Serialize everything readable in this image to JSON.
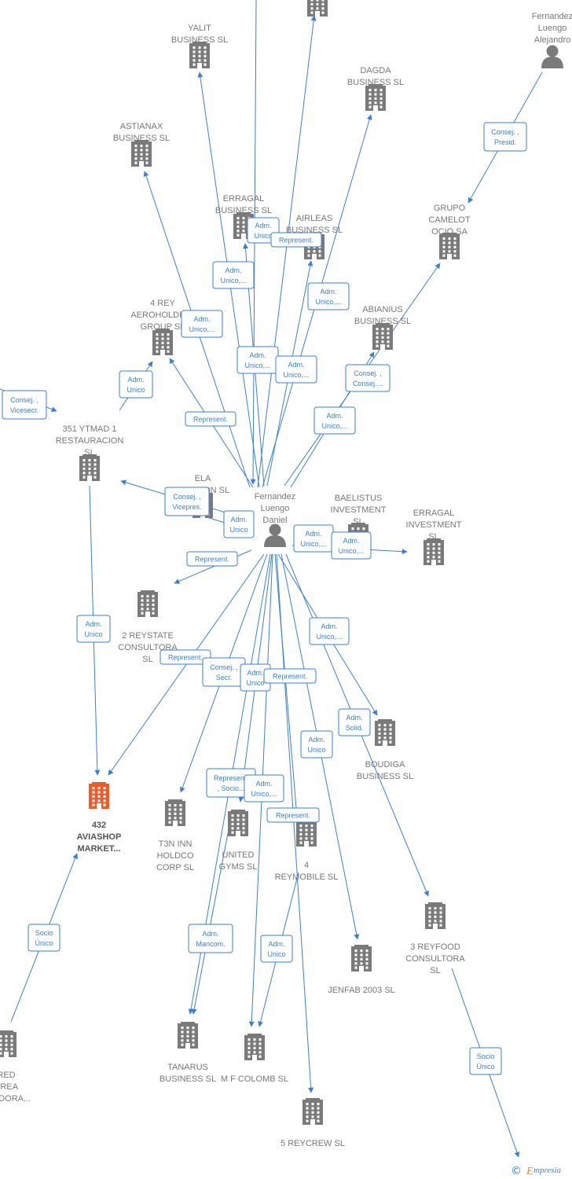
{
  "colors": {
    "edge": "#3a7fd6",
    "building": "#7a7a7a",
    "highlight": "#f05a2a",
    "person": "#7a7a7a"
  },
  "nodes": [
    {
      "id": "fernandez_daniel",
      "type": "person",
      "lines": [
        "Fernandez",
        "Luengo",
        "Daniel"
      ]
    },
    {
      "id": "fernandez_alejandro",
      "type": "person",
      "lines": [
        "Fernandez",
        "Luengo",
        "Alejandro"
      ]
    },
    {
      "id": "top_company",
      "type": "company",
      "lines": []
    },
    {
      "id": "yalit",
      "type": "company",
      "lines": [
        "YALIT",
        "BUSINESS  SL"
      ]
    },
    {
      "id": "dagda",
      "type": "company",
      "lines": [
        "DAGDA",
        "BUSINESS  SL"
      ]
    },
    {
      "id": "astianax",
      "type": "company",
      "lines": [
        "ASTIANAX",
        "BUSINESS  SL"
      ]
    },
    {
      "id": "erragal_business",
      "type": "company",
      "lines": [
        "ERRAGAL",
        "BUSINESS  SL"
      ]
    },
    {
      "id": "airleas",
      "type": "company",
      "lines": [
        "AIRLEAS",
        "BUSINESS  SL"
      ]
    },
    {
      "id": "grupo_camelot",
      "type": "company",
      "lines": [
        "GRUPO",
        "CAMELOT",
        "OCIO SA"
      ]
    },
    {
      "id": "rey_aeroholding",
      "type": "company",
      "lines": [
        "4 REY",
        "AEROHOLDING",
        "GROUP  SL"
      ]
    },
    {
      "id": "abianius",
      "type": "company",
      "lines": [
        "ABIANIUS",
        "BUSINESS  SL"
      ]
    },
    {
      "id": "ytmad",
      "type": "company",
      "lines": [
        "351 YTMAD 1",
        "RESTAURACION",
        "SL"
      ]
    },
    {
      "id": "ela_aviacion",
      "type": "company",
      "lines": [
        "ELA",
        "AVIACION SL"
      ]
    },
    {
      "id": "baelistus",
      "type": "company",
      "lines": [
        "BAELISTUS",
        "INVESTMENT",
        "SL"
      ]
    },
    {
      "id": "erragal_investment",
      "type": "company",
      "lines": [
        "ERRAGAL",
        "INVESTMENT",
        "SL"
      ]
    },
    {
      "id": "reystate",
      "type": "company",
      "lines": [
        "2 REYSTATE",
        "CONSULTORA",
        "SL"
      ]
    },
    {
      "id": "aviashop",
      "type": "company",
      "highlight": true,
      "lines": [
        "432",
        "AVIASHOP",
        "MARKET..."
      ]
    },
    {
      "id": "boudiga",
      "type": "company",
      "lines": [
        "BOUDIGA",
        "BUSINESS  SL"
      ]
    },
    {
      "id": "t3n",
      "type": "company",
      "lines": [
        "T3N INN",
        "HOLDCO",
        "CORP  SL"
      ]
    },
    {
      "id": "united_gyms",
      "type": "company",
      "lines": [
        "UNITED",
        "GYMS  SL"
      ]
    },
    {
      "id": "reymobile",
      "type": "company",
      "lines": [
        "4",
        "REYMOBILE  SL"
      ]
    },
    {
      "id": "reyfood",
      "type": "company",
      "lines": [
        "3 REYFOOD",
        "CONSULTORA",
        "SL"
      ]
    },
    {
      "id": "jenfab",
      "type": "company",
      "lines": [
        "JENFAB 2003 SL"
      ]
    },
    {
      "id": "red_aerea",
      "type": "company",
      "lines": [
        "RED",
        "EREA",
        "ICIADORA..."
      ]
    },
    {
      "id": "tanarus",
      "type": "company",
      "lines": [
        "TANARUS",
        "BUSINESS  SL"
      ]
    },
    {
      "id": "mf_colomb",
      "type": "company",
      "lines": [
        "M F COLOMB SL"
      ]
    },
    {
      "id": "reycrew",
      "type": "company",
      "lines": [
        "5 REYCREW  SL"
      ]
    }
  ],
  "relations": [
    {
      "lines": [
        "Adm.",
        "Unico"
      ]
    },
    {
      "lines": [
        "Represent."
      ]
    },
    {
      "lines": [
        "Adm.",
        "Unico,..."
      ]
    },
    {
      "lines": [
        "Adm.",
        "Unico,..."
      ]
    },
    {
      "lines": [
        "Adm.",
        "Unico,..."
      ]
    },
    {
      "lines": [
        "Adm.",
        "Unico,..."
      ]
    },
    {
      "lines": [
        "Adm.",
        "Unico,..."
      ]
    },
    {
      "lines": [
        "Consej. ,",
        "Consej...."
      ]
    },
    {
      "lines": [
        "Adm.",
        "Unico,..."
      ]
    },
    {
      "lines": [
        "Consej. ,",
        "Presid."
      ]
    },
    {
      "lines": [
        "Adm.",
        "Unico"
      ]
    },
    {
      "lines": [
        "Represent."
      ]
    },
    {
      "lines": [
        "Consej. ,",
        "Vicesecr."
      ]
    },
    {
      "lines": [
        "Consej. ,",
        "Vicepres."
      ]
    },
    {
      "lines": [
        "Adm.",
        "Unico"
      ]
    },
    {
      "lines": [
        "Adm.",
        "Unico,..."
      ]
    },
    {
      "lines": [
        "Adm.",
        "Unico,..."
      ]
    },
    {
      "lines": [
        "Represent."
      ]
    },
    {
      "lines": [
        "Adm.",
        "Unico"
      ]
    },
    {
      "lines": [
        "Adm.",
        "Unico,..."
      ]
    },
    {
      "lines": [
        "Represent."
      ]
    },
    {
      "lines": [
        "Consej. ,",
        "Secr."
      ]
    },
    {
      "lines": [
        "Adm.",
        "Unico"
      ]
    },
    {
      "lines": [
        "Represent."
      ]
    },
    {
      "lines": [
        "Adm.",
        "Solid."
      ]
    },
    {
      "lines": [
        "Adm.",
        "Unico"
      ]
    },
    {
      "lines": [
        "Represent.",
        ", Socio..."
      ]
    },
    {
      "lines": [
        "Adm.",
        "Unico,..."
      ]
    },
    {
      "lines": [
        "Represent."
      ]
    },
    {
      "lines": [
        "Socio",
        "Único"
      ]
    },
    {
      "lines": [
        "Adm.",
        "Mancom."
      ]
    },
    {
      "lines": [
        "Adm.",
        "Unico"
      ]
    },
    {
      "lines": [
        "Socio",
        "Único"
      ]
    }
  ],
  "footer": {
    "copyright": "©",
    "brand_initial": "E",
    "brand_rest": "mpresia"
  }
}
